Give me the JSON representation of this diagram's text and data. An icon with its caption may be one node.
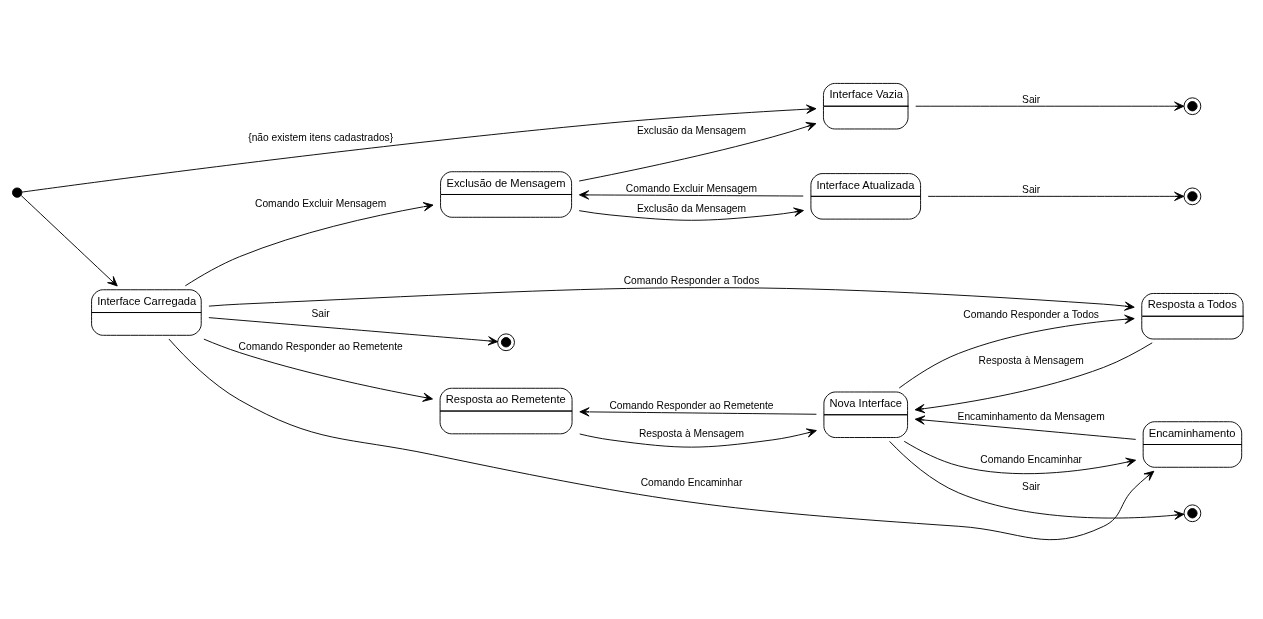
{
  "diagram": {
    "nodes": [
      {
        "text": [],
        "shape": "circle"
      },
      {
        "text": [
          "Interface Carregada"
        ]
      },
      {
        "text": [],
        "shape": "circle"
      },
      {
        "text": [
          "Resposta ao Remetente"
        ]
      },
      {
        "text": [
          "Resposta a Todos"
        ]
      },
      {
        "text": [
          "Encaminhamento"
        ]
      },
      {
        "text": [
          "Nova Interface"
        ]
      },
      {
        "text": [
          "Exclusão de Mensagem"
        ]
      },
      {
        "text": [
          "Interface Atualizada"
        ]
      },
      {
        "text": [
          "Interface Vazia"
        ]
      },
      {
        "text": [],
        "shape": "circle"
      },
      {
        "text": [],
        "shape": "circle"
      },
      {
        "text": [],
        "shape": "circle"
      }
    ],
    "edges": [
      {
        "from": 0,
        "to": 1,
        "arrow": "to"
      },
      {
        "from": 0,
        "to": 9,
        "arrow": "to",
        "label": "{não existem itens cadastrados}"
      },
      {
        "from": 1,
        "to": 2,
        "arrow": "to",
        "label": "Sair"
      },
      {
        "from": 1,
        "to": 3,
        "arrow": "to",
        "label": "Comando Responder ao Remetente"
      },
      {
        "from": 1,
        "to": 4,
        "arrow": "to",
        "label": "Comando Responder a Todos"
      },
      {
        "from": 1,
        "to": 5,
        "arrow": "to",
        "label": "Comando Encaminhar"
      },
      {
        "from": 1,
        "to": 7,
        "arrow": "to",
        "label": "Comando Excluir Mensagem"
      },
      {
        "from": 3,
        "to": 6,
        "arrow": "to",
        "label": "Resposta à Mensagem"
      },
      {
        "from": 6,
        "to": 3,
        "arrow": "to",
        "label": "Comando Responder ao Remetente"
      },
      {
        "from": 4,
        "to": 6,
        "arrow": "to",
        "label": "Resposta à Mensagem"
      },
      {
        "from": 6,
        "to": 4,
        "arrow": "to",
        "label": "Comando Responder a Todos"
      },
      {
        "from": 6,
        "to": 5,
        "arrow": "to",
        "label": "Comando Encaminhar"
      },
      {
        "from": 5,
        "to": 6,
        "arrow": "to",
        "label": "Encaminhamento da Mensagem"
      },
      {
        "from": 6,
        "to": 10,
        "arrow": "to",
        "label": "Sair"
      },
      {
        "from": 8,
        "to": 7,
        "arrow": "to",
        "label": "Comando Excluir Mensagem"
      },
      {
        "from": 7,
        "to": 8,
        "arrow": "to",
        "label": "Exclusão da Mensagem"
      },
      {
        "from": 7,
        "to": 9,
        "arrow": "to",
        "label": "Exclusão da Mensagem"
      },
      {
        "from": 8,
        "to": 11,
        "arrow": "to",
        "label": "Sair"
      },
      {
        "from": 9,
        "to": 12,
        "arrow": "to",
        "label": "Sair"
      }
    ]
  }
}
